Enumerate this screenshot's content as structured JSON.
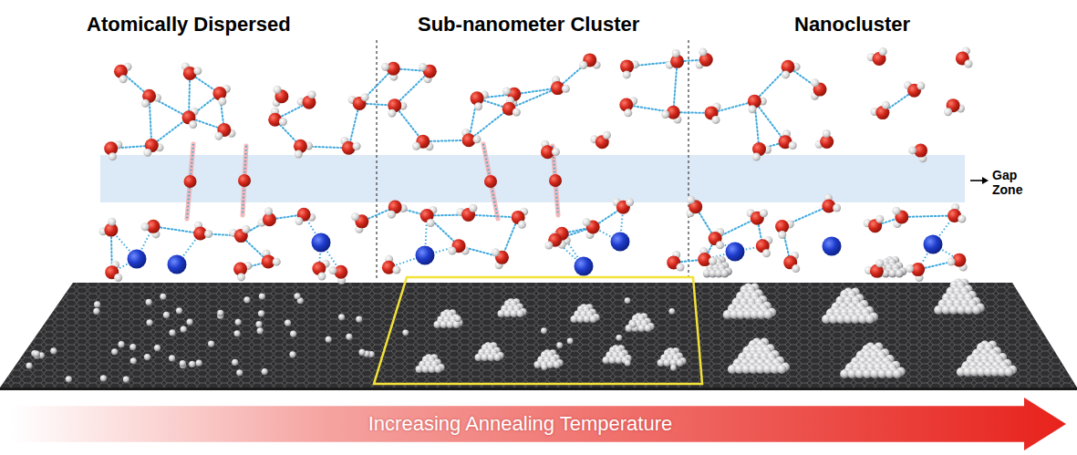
{
  "diagram": {
    "nodes": [
      {
        "text": [
          "Increasing Annealing Temperature"
        ]
      }
    ],
    "labels": [
      "Atomically Dispersed",
      "Sub-nanometer Cluster",
      "Nanocluster",
      "Gap Zone"
    ]
  }
}
